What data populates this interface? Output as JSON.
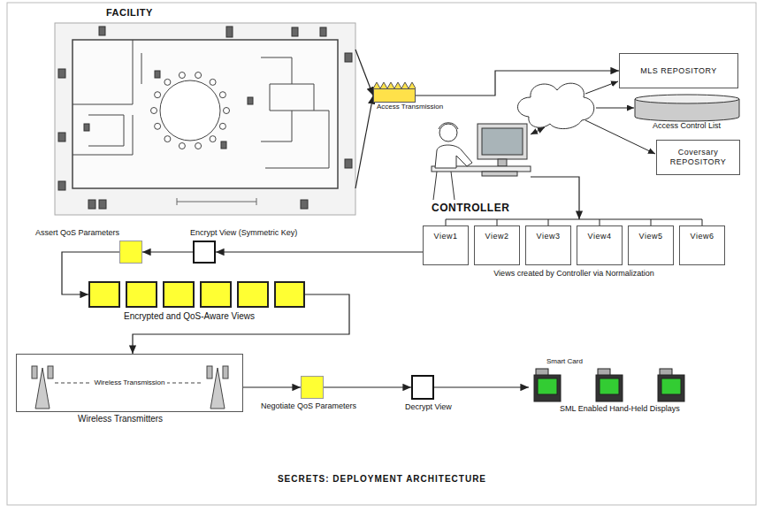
{
  "diagram": {
    "title": "SECRETS: DEPLOYMENT ARCHITECTURE",
    "nodes": [
      {
        "text": [
          "FACILITY"
        ]
      },
      {
        "text": [
          "Access Transmission"
        ]
      },
      {
        "text": [
          "MLS REPOSITORY"
        ]
      },
      {
        "text": [
          "Access Control List"
        ]
      },
      {
        "text": [
          "Coversary REPOSITORY"
        ]
      },
      {
        "text": [
          "CONTROLLER"
        ]
      },
      {
        "text": [
          "Views created by Controller via Normalization"
        ]
      },
      {
        "text": [
          "View1"
        ],
        "in": 6
      },
      {
        "text": [
          "View2"
        ],
        "in": 6
      },
      {
        "text": [
          "View3"
        ],
        "in": 6
      },
      {
        "text": [
          "View4"
        ],
        "in": 6
      },
      {
        "text": [
          "View5"
        ],
        "in": 6
      },
      {
        "text": [
          "View6"
        ],
        "in": 6
      },
      {
        "text": [
          "Encrypt View (Symmetric Key)"
        ]
      },
      {
        "text": [
          "Assert QoS Parameters"
        ]
      },
      {
        "text": [
          "Encrypted and QoS-Aware Views"
        ]
      },
      {
        "text": [
          "Wireless Transmission",
          "Wireless Transmitters"
        ]
      },
      {
        "text": [
          "Negotiate QoS Parameters"
        ]
      },
      {
        "text": [
          "Decrypt View"
        ]
      },
      {
        "text": [
          "Smart Card",
          "SML Enabled Hand-Held Displays"
        ]
      }
    ],
    "edges": [
      {
        "from": 0,
        "to": 1,
        "arrow": "to"
      },
      {
        "from": 0,
        "to": 1,
        "arrow": "to"
      },
      {
        "from": 1,
        "to": 2,
        "arrow": "to"
      },
      {
        "from": 5,
        "to": 6,
        "arrow": "to"
      },
      {
        "from": 6,
        "to": 13,
        "arrow": "to"
      },
      {
        "from": 13,
        "to": 14,
        "arrow": "to"
      },
      {
        "from": 14,
        "to": 15,
        "arrow": "to"
      },
      {
        "from": 15,
        "to": 16,
        "arrow": "to"
      },
      {
        "from": 16,
        "to": 17,
        "arrow": "to"
      },
      {
        "from": 17,
        "to": 18,
        "arrow": "to"
      },
      {
        "from": 18,
        "to": 19,
        "arrow": "to"
      }
    ]
  }
}
